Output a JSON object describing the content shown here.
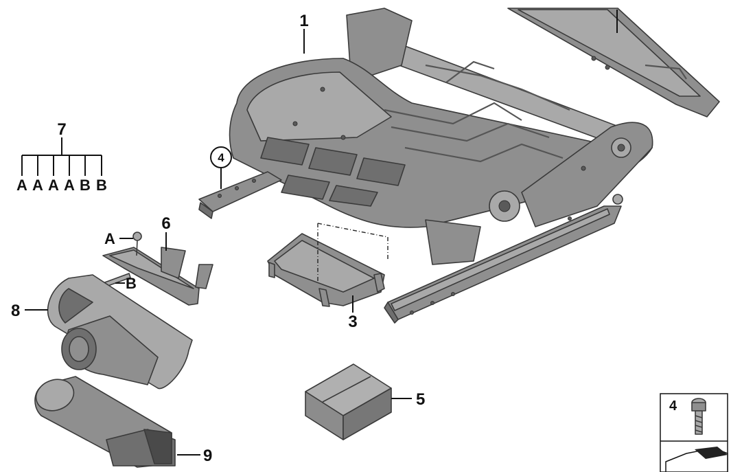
{
  "callouts": {
    "c1": "1",
    "c3": "3",
    "c4": "4",
    "c5": "5",
    "c6": "6",
    "c7": "7",
    "c8": "8",
    "c9": "9",
    "cA": "A",
    "cB": "B",
    "box4": "4"
  },
  "kit_letters": [
    "A",
    "A",
    "A",
    "A",
    "B",
    "B"
  ]
}
